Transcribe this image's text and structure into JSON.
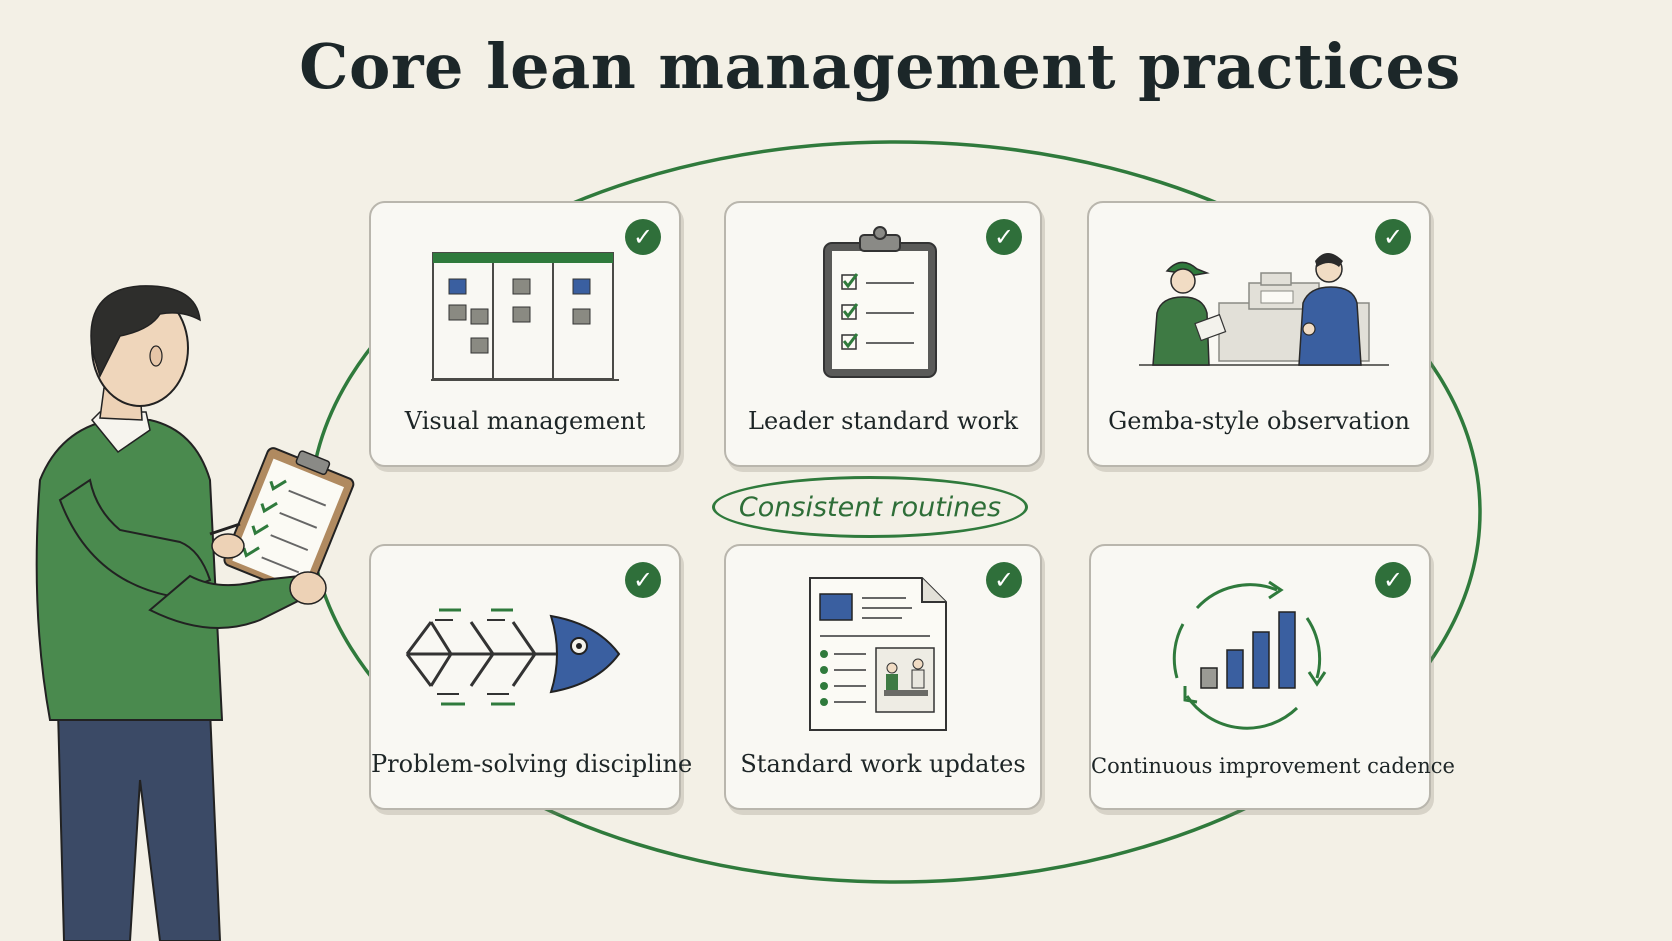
{
  "title": "Core lean management practices",
  "center_label": "Consistent routines",
  "colors": {
    "accent_green": "#2f7a3c",
    "check_green": "#2f6f3a",
    "blue": "#3a5fa0",
    "background": "#f3f0e6"
  },
  "cards": [
    {
      "label": "Visual management",
      "icon": "kanban-board-icon"
    },
    {
      "label": "Leader standard work",
      "icon": "clipboard-checklist-icon"
    },
    {
      "label": "Gemba-style observation",
      "icon": "gemba-observation-icon"
    },
    {
      "label": "Problem-solving discipline",
      "icon": "fishbone-diagram-icon"
    },
    {
      "label": "Standard work updates",
      "icon": "document-update-icon"
    },
    {
      "label": "Continuous improvement cadence",
      "icon": "cycle-bar-chart-icon"
    }
  ],
  "card_check_icon": "check-icon",
  "figure": "person-with-clipboard-icon"
}
